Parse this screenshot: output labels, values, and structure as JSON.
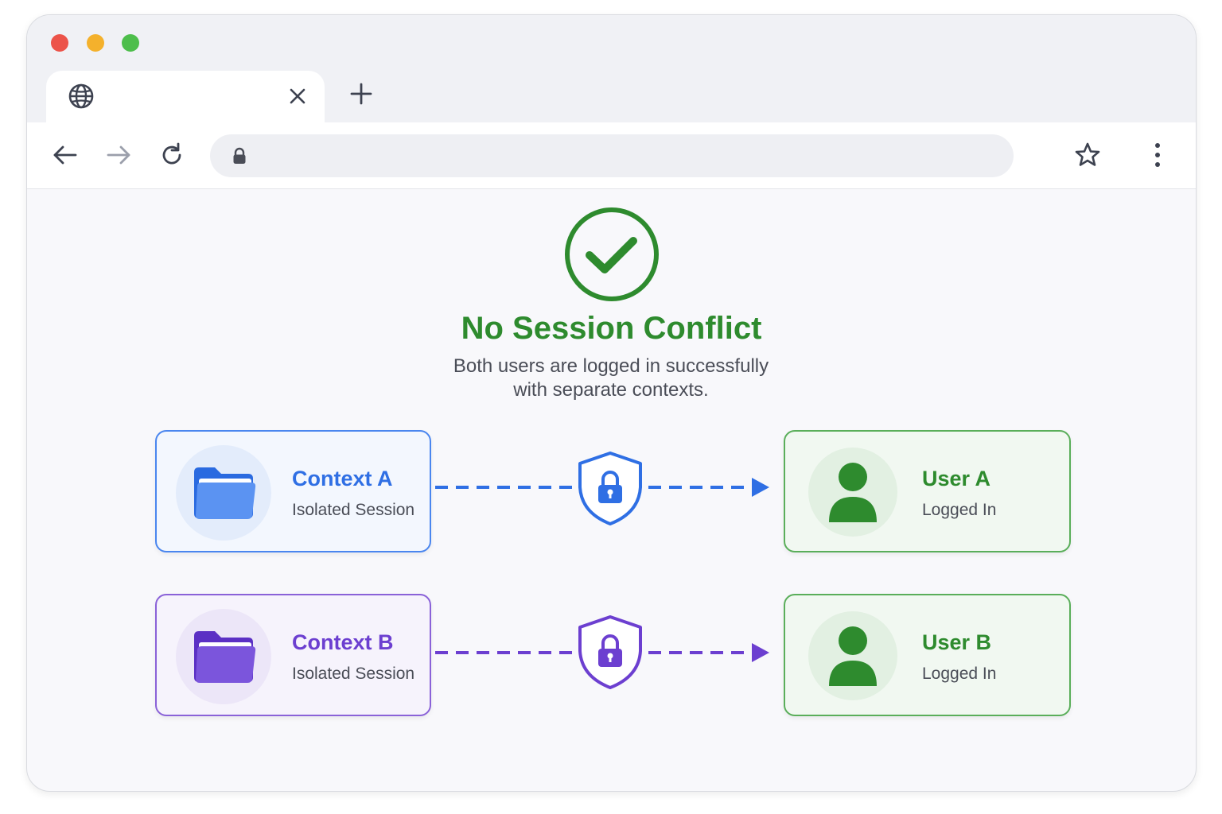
{
  "window": {
    "tab_title": "",
    "address_url": ""
  },
  "icons": {
    "tab": "globe-icon",
    "close": "close-icon",
    "new_tab": "plus-icon",
    "back": "arrow-left-icon",
    "forward": "arrow-right-icon",
    "reload": "reload-icon",
    "secure": "lock-icon",
    "bookmark": "star-icon",
    "menu": "kebab-menu-icon",
    "status": "check-circle-icon",
    "context": "folder-icon",
    "connector": "shield-lock-icon",
    "user": "user-icon"
  },
  "status": {
    "title": "No Session Conflict",
    "subtitle_line1": "Both users are logged in successfully",
    "subtitle_line2": "with separate contexts."
  },
  "rows": [
    {
      "context": {
        "title": "Context A",
        "subtitle": "Isolated Session"
      },
      "user": {
        "title": "User A",
        "subtitle": "Logged In"
      },
      "color": "#2f6fe4"
    },
    {
      "context": {
        "title": "Context B",
        "subtitle": "Isolated Session"
      },
      "user": {
        "title": "User B",
        "subtitle": "Logged In"
      },
      "color": "#6c3fd0"
    }
  ],
  "colors": {
    "success": "#2e8b2e",
    "blue": "#2f6fe4",
    "purple": "#6c3fd0",
    "green_border": "#5aae5a"
  }
}
